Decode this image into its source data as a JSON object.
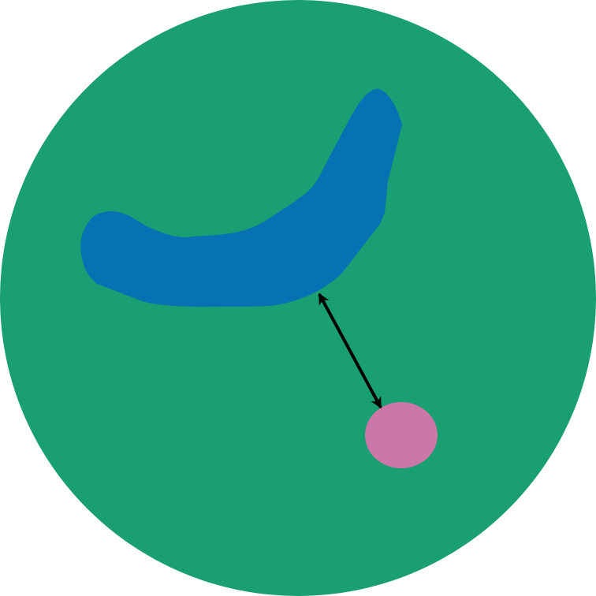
{
  "diagram": {
    "colors": {
      "background": "#ffffff",
      "disc": "#1a9f72",
      "elongated_shape": "#0772b3",
      "small_oval": "#cb77a7",
      "arrow": "#000000"
    },
    "arrow": {
      "type": "double-headed",
      "connects": [
        "elongated-shape",
        "small-oval"
      ]
    }
  }
}
